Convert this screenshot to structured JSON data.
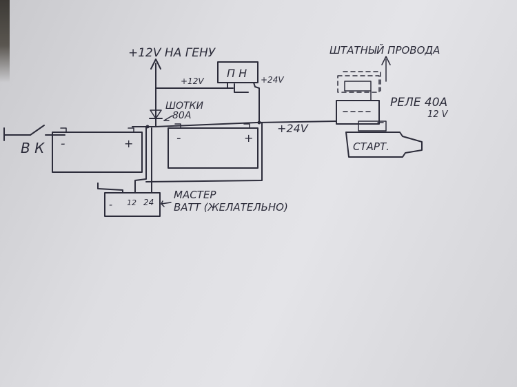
{
  "labels": {
    "gen": "+12V НА ГЕНУ",
    "pn": "П Н",
    "pn_in": "+12V",
    "pn_out": "+24V",
    "diode_line1": "ШОТКИ",
    "diode_line2": "80А",
    "bus_24": "+24V",
    "vk": "В К",
    "minus": "-",
    "plus": "+",
    "switch_minus": "-",
    "switch_12": "12",
    "switch_24": "24",
    "master_line1": "МАСТЕР",
    "master_line2": "ВАТТ (ЖЕЛАТЕЛЬНО)",
    "stock_wire": "ШТАТНЫЙ ПРОВОДА",
    "relay_line1": "РЕЛЕ 40А",
    "relay_line2": "12 V",
    "starter": "СТАРТ."
  }
}
